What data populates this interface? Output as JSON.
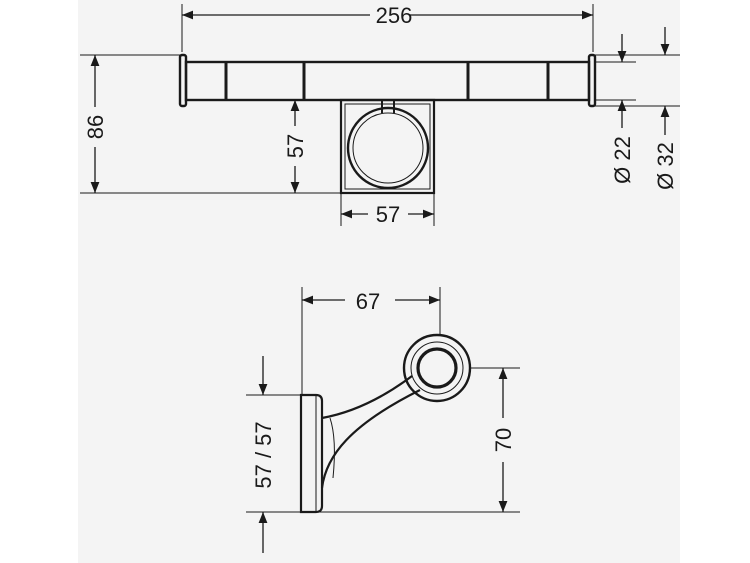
{
  "drawing": {
    "top_view": {
      "overall_width": "256",
      "projection_height": "86",
      "bracket_offset": "57",
      "bracket_width": "57",
      "inner_diameter": "Ø 22",
      "outer_diameter": "Ø 32"
    },
    "side_view": {
      "depth": "67",
      "plate_height": "57 / 57",
      "rod_height": "70"
    }
  },
  "colors": {
    "line": "#1a1a1a",
    "background": "#f4f4f4",
    "page": "#ffffff"
  }
}
